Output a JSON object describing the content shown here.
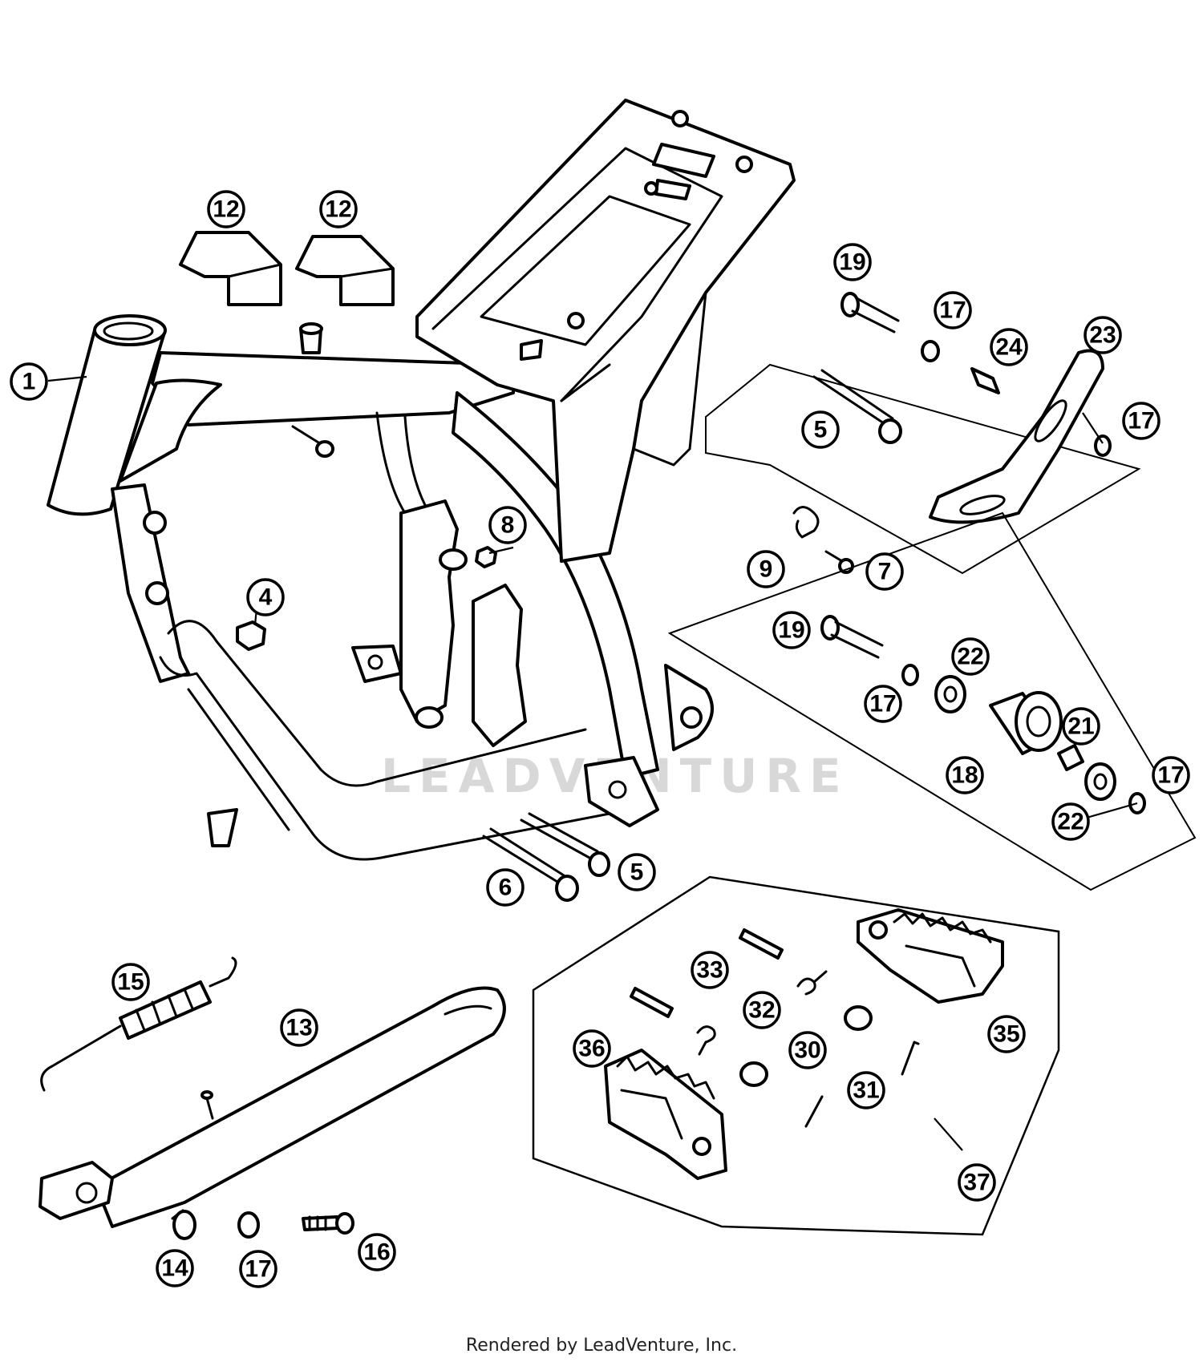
{
  "diagram": {
    "callouts": [
      {
        "id": "c1",
        "label": "1"
      },
      {
        "id": "c4",
        "label": "4"
      },
      {
        "id": "c5a",
        "label": "5"
      },
      {
        "id": "c5b",
        "label": "5"
      },
      {
        "id": "c6",
        "label": "6"
      },
      {
        "id": "c7",
        "label": "7"
      },
      {
        "id": "c8",
        "label": "8"
      },
      {
        "id": "c9",
        "label": "9"
      },
      {
        "id": "c12a",
        "label": "12"
      },
      {
        "id": "c12b",
        "label": "12"
      },
      {
        "id": "c13",
        "label": "13"
      },
      {
        "id": "c14",
        "label": "14"
      },
      {
        "id": "c15",
        "label": "15"
      },
      {
        "id": "c16",
        "label": "16"
      },
      {
        "id": "c17a",
        "label": "17"
      },
      {
        "id": "c17b",
        "label": "17"
      },
      {
        "id": "c17c",
        "label": "17"
      },
      {
        "id": "c17d",
        "label": "17"
      },
      {
        "id": "c17e",
        "label": "17"
      },
      {
        "id": "c18",
        "label": "18"
      },
      {
        "id": "c19a",
        "label": "19"
      },
      {
        "id": "c19b",
        "label": "19"
      },
      {
        "id": "c21",
        "label": "21"
      },
      {
        "id": "c22a",
        "label": "22"
      },
      {
        "id": "c22b",
        "label": "22"
      },
      {
        "id": "c23",
        "label": "23"
      },
      {
        "id": "c24",
        "label": "24"
      },
      {
        "id": "c30",
        "label": "30"
      },
      {
        "id": "c31",
        "label": "31"
      },
      {
        "id": "c32",
        "label": "32"
      },
      {
        "id": "c33",
        "label": "33"
      },
      {
        "id": "c35",
        "label": "35"
      },
      {
        "id": "c36",
        "label": "36"
      },
      {
        "id": "c37",
        "label": "37"
      }
    ],
    "watermark": "LEADVENTURE"
  },
  "footer": {
    "text": "Rendered by LeadVenture, Inc."
  }
}
